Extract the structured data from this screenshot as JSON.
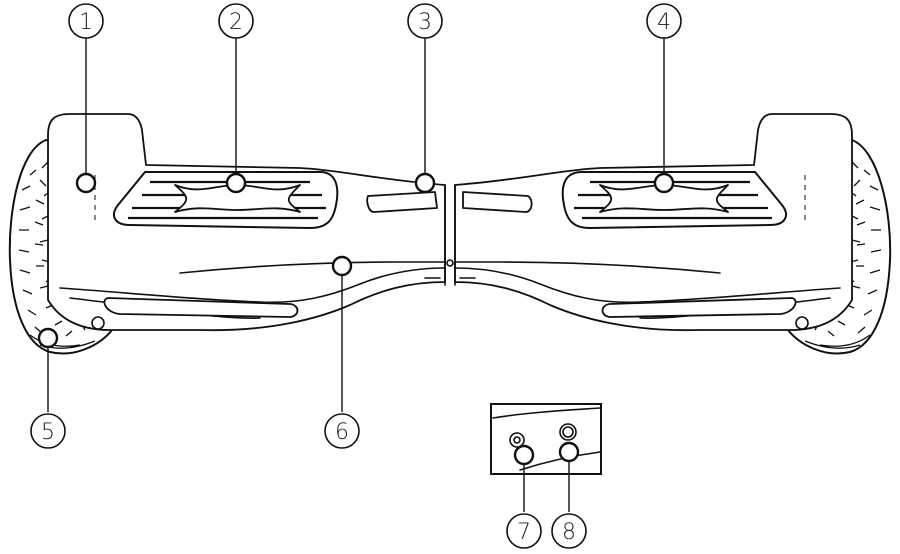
{
  "diagram": {
    "subject": "hoverboard",
    "callouts": [
      {
        "id": "1",
        "label": "1"
      },
      {
        "id": "2",
        "label": "2"
      },
      {
        "id": "3",
        "label": "3"
      },
      {
        "id": "4",
        "label": "4"
      },
      {
        "id": "5",
        "label": "5"
      },
      {
        "id": "6",
        "label": "6"
      },
      {
        "id": "7",
        "label": "7"
      },
      {
        "id": "8",
        "label": "8"
      }
    ]
  }
}
